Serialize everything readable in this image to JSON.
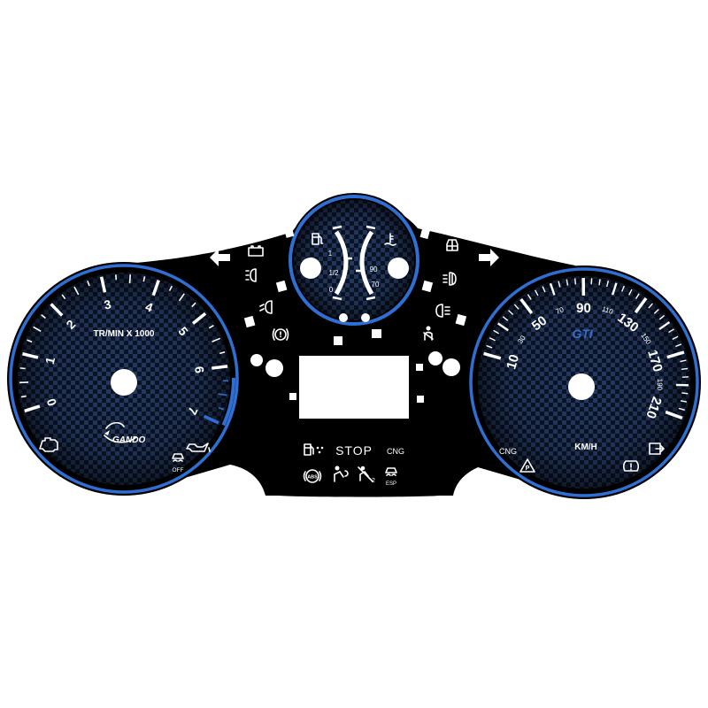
{
  "colors": {
    "accent": "#2f6fd4",
    "plate": "#000000",
    "dial_face": "#0d1b33",
    "marking": "#ffffff"
  },
  "tachometer": {
    "unit_label": "TR/MIN X 1000",
    "numbers": [
      "0",
      "1",
      "2",
      "3",
      "4",
      "5",
      "6",
      "7"
    ],
    "brand": "GANDO",
    "traction_off_label": "OFF"
  },
  "speedometer": {
    "unit_label": "KM/H",
    "major_numbers": [
      "10",
      "50",
      "90",
      "130",
      "170",
      "210"
    ],
    "minor_numbers": [
      "30",
      "70",
      "110",
      "150",
      "190"
    ],
    "badge": "GTI",
    "cng_label": "CNG"
  },
  "center_gauge": {
    "fuel_labels": [
      "1",
      "1/2",
      "0"
    ],
    "temp_labels": [
      "90",
      "70"
    ]
  },
  "warnings": {
    "stop_label": "STOP",
    "cng_label": "CNG",
    "abs_label": "ABS",
    "airbag_count": "2",
    "esp_label": "ESP"
  },
  "icons": [
    "turn-left-arrow-icon",
    "battery-icon",
    "headlight-icon",
    "low-beam-icon",
    "brake-warning-icon",
    "fuel-pump-icon",
    "coolant-temp-icon",
    "car-door-icon",
    "fog-light-front-icon",
    "fog-light-rear-icon",
    "turn-right-arrow-icon",
    "seatbelt-icon",
    "engine-check-icon",
    "oil-can-icon",
    "traction-control-icon",
    "parking-brake-icon",
    "tire-pressure-icon",
    "trunk-open-icon",
    "abs-icon",
    "airbag-icon",
    "esp-icon"
  ]
}
